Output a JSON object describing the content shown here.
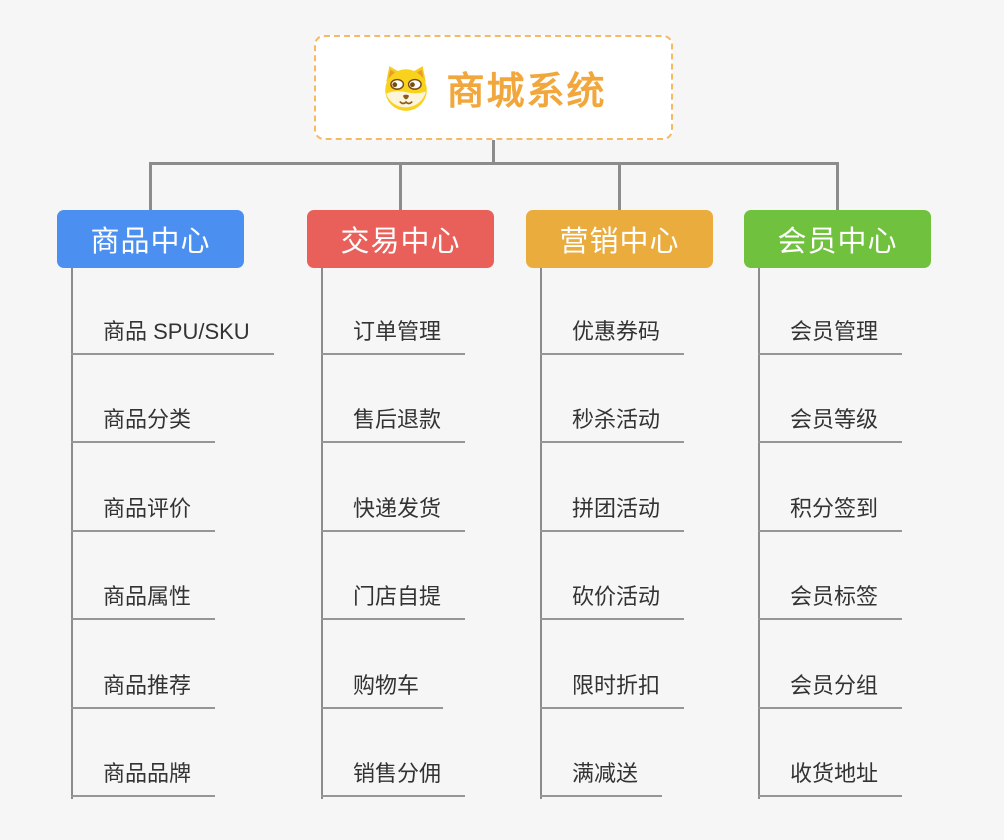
{
  "background_color": "#F6F6F6",
  "connector_color": "#8C8C8C",
  "underline_color": "#969696",
  "root": {
    "title": "商城系统",
    "icon": "dog-face-icon",
    "title_color": "#F1A73B",
    "border_color": "#F6BA64"
  },
  "branches": [
    {
      "label": "商品中心",
      "color": "#4B90F0",
      "children": [
        "商品 SPU/SKU",
        "商品分类",
        "商品评价",
        "商品属性",
        "商品推荐",
        "商品品牌"
      ]
    },
    {
      "label": "交易中心",
      "color": "#E9605A",
      "children": [
        "订单管理",
        "售后退款",
        "快递发货",
        "门店自提",
        "购物车",
        "销售分佣"
      ]
    },
    {
      "label": "营销中心",
      "color": "#EBAC3E",
      "children": [
        "优惠券码",
        "秒杀活动",
        "拼团活动",
        "砍价活动",
        "限时折扣",
        "满减送"
      ]
    },
    {
      "label": "会员中心",
      "color": "#70C13D",
      "children": [
        "会员管理",
        "会员等级",
        "积分签到",
        "会员标签",
        "会员分组",
        "收货地址"
      ]
    }
  ]
}
